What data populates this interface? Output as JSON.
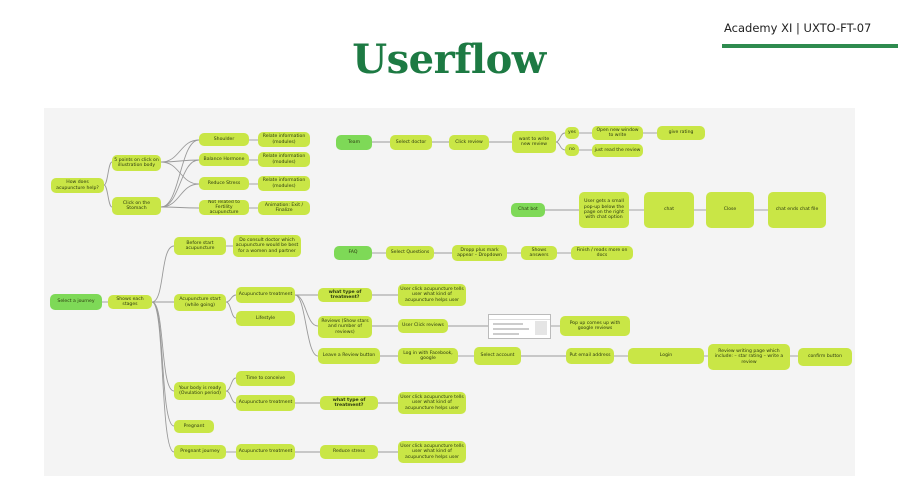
{
  "header": {
    "brand": "Academy XI | UXTO-FT-07",
    "title": "Userflow"
  },
  "nodes": {
    "n1": "How does acupuncture help?",
    "n2": "5 points on click on illustration body",
    "n3": "Click on the Stomach",
    "n4": "Shoulder",
    "n5": "Balance Hormone",
    "n6": "Reduce Stress",
    "n7": "Not related to Fertility acupuncture",
    "n8": "Relate information (modules)",
    "n9": "Relate information (modules)",
    "n10": "Relate information (modules)",
    "n11": "Animation: Exit / Finalize",
    "n12": "Team",
    "n13": "Select doctor",
    "n14": "Click review",
    "n15": "want to write new review",
    "n16": "yes",
    "n17": "no",
    "n18": "Open new window to write",
    "n19": "give rating",
    "n20": "just read the review",
    "n21": "Chat bot",
    "n22": "User gets a small pop-up below the page on the right with chat option",
    "n23": "chat",
    "n24": "Close",
    "n25": "chat ends chat file",
    "n26": "FAQ",
    "n27": "Select Questions",
    "n28": "Dropp plus mark appear – Dropdown",
    "n29": "Shows answers",
    "n30": "Finish / reads more on docs",
    "n31": "Before start acupuncture",
    "n32": "Do consult doctor which acupuncture would be best for a women and partner",
    "n33": "Select a journey",
    "n34": "Shows each stages",
    "n35": "Acupuncture start (while going)",
    "n36": "Acupuncture treatment",
    "n37": "Lifestyle",
    "n38": "what type of treatment?",
    "n39": "User click acupuncture tells user what kind of acupuncture helps user",
    "n40": "Reviews (Show stars and number of reviews)",
    "n41": "User Click reviews",
    "n42": "Pop up comes up with google reviews",
    "n43": "Leave a Review button",
    "n44": "Log in with Facebook, google",
    "n45": "Select account",
    "n46": "Put email address",
    "n47": "Login",
    "n48": "Review writing page which include: – star rating – write a review",
    "n49": "confirm button",
    "n50": "Your body is ready (Ovulation period)",
    "n51": "Time to conceive",
    "n52": "Acupuncture treatment",
    "n53": "what type of treatment?",
    "n54": "User click acupuncture tells user what kind of acupuncture helps user",
    "n55": "Pregnant",
    "n56": "Pregnant journey",
    "n57": "Acupuncture treatment",
    "n58": "Reduce stress",
    "n59": "User click acupuncture tells user what kind of acupuncture helps user"
  },
  "colors": {
    "node": "#c9e646",
    "start_node": "#7ed957",
    "title": "#1d7a43",
    "accent_bar": "#2e8b4f",
    "connector": "#9a9a9a"
  }
}
